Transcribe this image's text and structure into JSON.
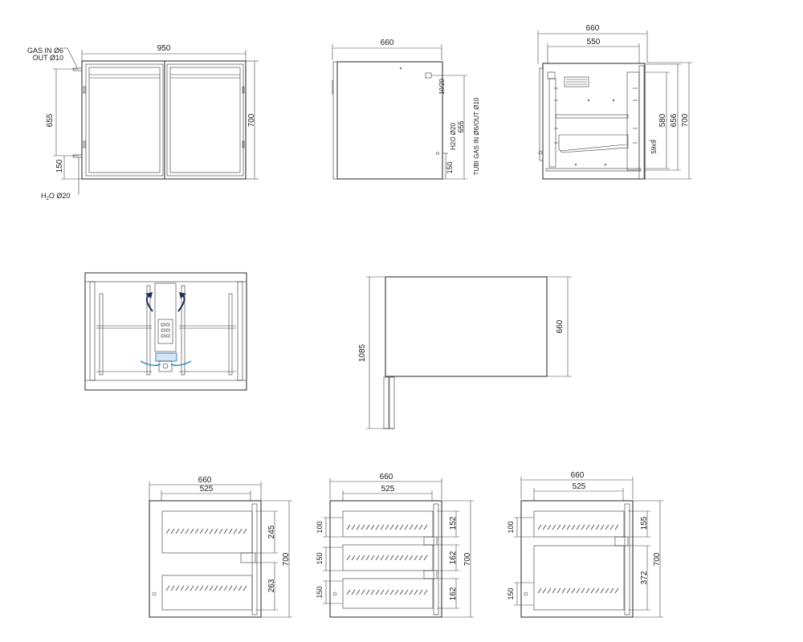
{
  "views": {
    "front": {
      "width": "950",
      "height": "700",
      "gas_in": "GAS IN Ø6",
      "gas_out": "OUT Ø10",
      "gas_height": "655",
      "water_height": "150",
      "water_label_main": "H",
      "water_label_sub": "2",
      "water_label_tail": "O Ø20"
    },
    "side": {
      "depth": "660",
      "height": "655",
      "water_height": "150",
      "water_label": "H2O Ø20",
      "gas_label": "TUBI GAS IN Ø6/OUT Ø10",
      "small_dim": "10/20"
    },
    "open_side": {
      "outer_width": "660",
      "inner_width": "550",
      "height_580": "580",
      "height_656": "656",
      "height_700": "700",
      "runner": "59x9"
    },
    "top": {
      "length": "1085",
      "depth": "660"
    },
    "drawer_two": {
      "width": "660",
      "inner": "525",
      "d1": "245",
      "d2": "263",
      "height": "700"
    },
    "drawer_three": {
      "width": "660",
      "inner": "525",
      "h1": "100",
      "h2": "150",
      "h3": "150",
      "d1": "152",
      "d2": "162",
      "d3": "162",
      "height": "700"
    },
    "drawer_mixed": {
      "width": "660",
      "inner": "525",
      "h1": "100",
      "h2": "150",
      "d1": "155",
      "d2": "372",
      "height": "700"
    }
  }
}
